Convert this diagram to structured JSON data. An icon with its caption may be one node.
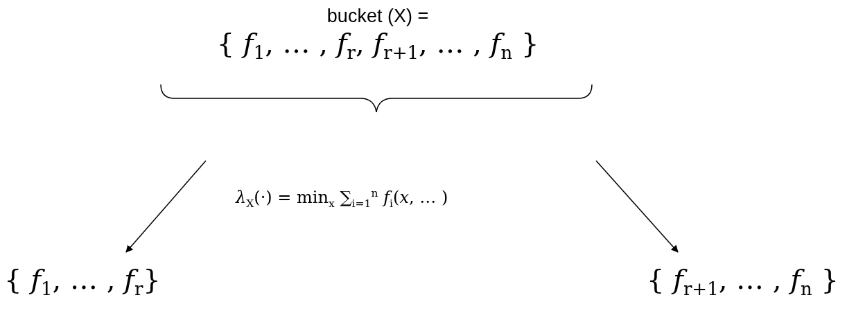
{
  "diagram": {
    "nodes": [
      {
        "text": [
          "bucket (X) =",
          "{ *f*$_{1}$, … , *f*$_{r}$, *f*$_{r+1}$, … , *f*$_{n}$ }"
        ]
      },
      {
        "text": [
          "{ *f*$_{1}$, … , *f*$_{r}$}"
        ]
      },
      {
        "text": [
          "{ *f*$_{r+1}$, … , *f*$_{n}$ }"
        ]
      }
    ],
    "edges": [
      {
        "from": null,
        "to": 1,
        "arrow": "to"
      },
      {
        "from": null,
        "to": 2,
        "arrow": "to"
      }
    ],
    "labels": [
      "*λ*$_{X}$(·) = min$_{x}$ ∑$_{i=1}$$^{n}$ *f*$_{i}$(*x*, … )"
    ]
  }
}
